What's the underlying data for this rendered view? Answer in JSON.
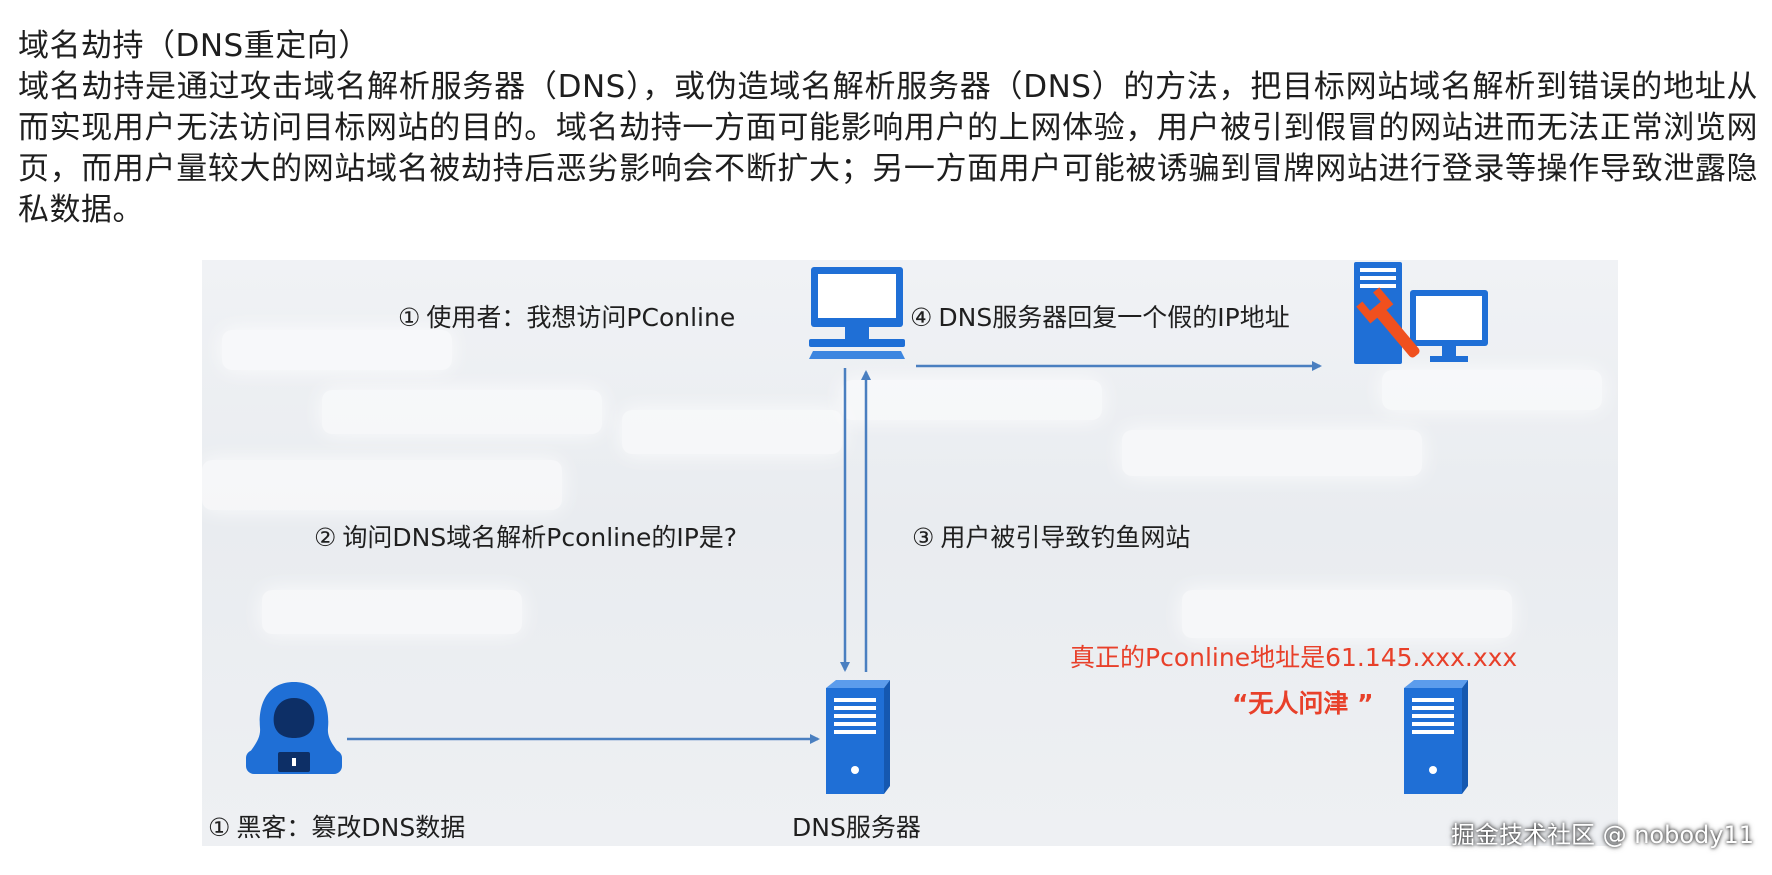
{
  "article": {
    "title": "域名劫持（DNS重定向）",
    "paragraph": "域名劫持是通过攻击域名解析服务器（DNS），或伪造域名解析服务器（DNS）的方法，把目标网站域名解析到错误的地址从而实现用户无法访问目标网站的目的。域名劫持一方面可能影响用户的上网体验，用户被引到假冒的网站进而无法正常浏览网页，而用户量较大的网站域名被劫持后恶劣影响会不断扩大；另一方面用户可能被诱骗到冒牌网站进行登录等操作导致泄露隐私数据。"
  },
  "diagram": {
    "steps": {
      "user_request": {
        "num": "①",
        "text": "使用者：我想访问PConline"
      },
      "dns_reply": {
        "num": "④",
        "text": "DNS服务器回复一个假的IP地址"
      },
      "query_dns": {
        "num": "②",
        "text": "询问DNS域名解析Pconline的IP是?"
      },
      "redirect": {
        "num": "③",
        "text": "用户被引导致钓鱼网站"
      },
      "hacker": {
        "num": "①",
        "text": "黑客：篡改DNS数据"
      }
    },
    "dns_server_label": "DNS服务器",
    "real_address": "真正的Pconline地址是61.145.xxx.xxx",
    "unvisited": "“无人问津 ”",
    "colors": {
      "icon_blue": "#1f6fd6",
      "arrow_blue": "#4a7fc0",
      "accent_red": "#e8402a",
      "tool_orange": "#f0501e"
    },
    "icons": [
      "computer-icon",
      "fake-server-icon",
      "hacker-icon",
      "dns-server-icon",
      "real-server-icon"
    ]
  },
  "watermark": "掘金技术社区 @ nobody11"
}
